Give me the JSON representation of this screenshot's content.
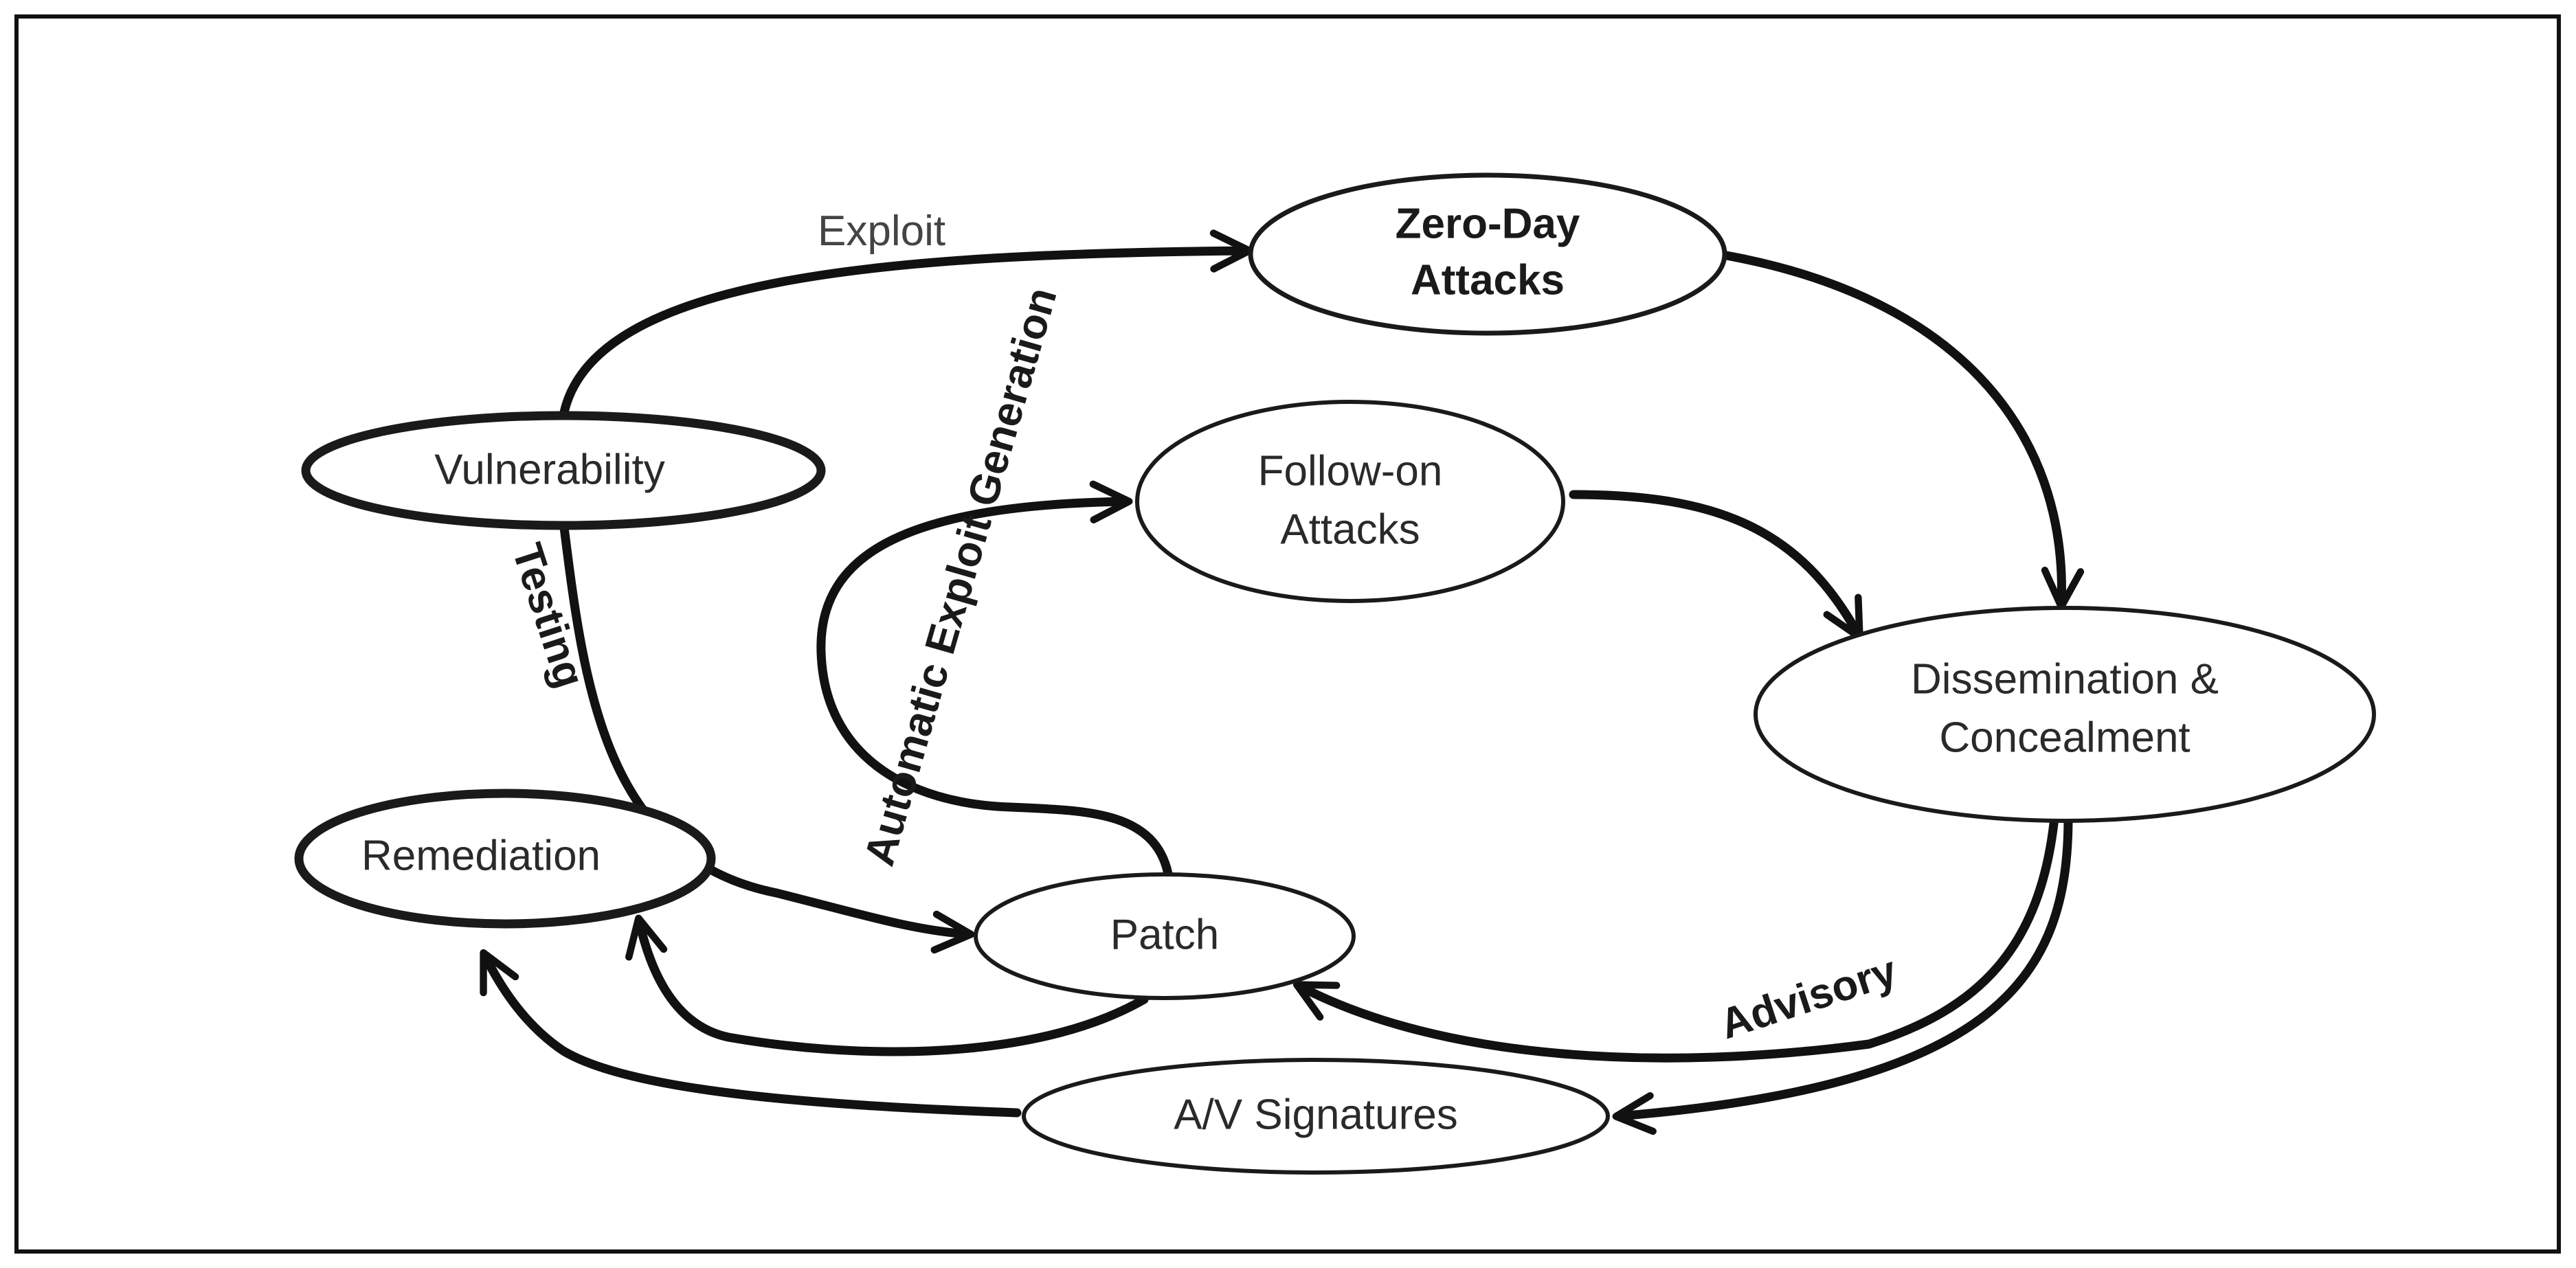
{
  "nodes": {
    "zero_day": {
      "line1": "Zero-Day",
      "line2": "Attacks"
    },
    "vulnerability": {
      "label": "Vulnerability"
    },
    "follow_on": {
      "line1": "Follow-on",
      "line2": "Attacks"
    },
    "dissemination": {
      "line1": "Dissemination &",
      "line2": "Concealment"
    },
    "remediation": {
      "label": "Remediation"
    },
    "patch": {
      "label": "Patch"
    },
    "av_signatures": {
      "label": "A/V Signatures"
    }
  },
  "edge_labels": {
    "exploit": "Exploit",
    "testing": "Testing",
    "automatic_exploit_generation": "Automatic Exploit Generation",
    "advisory": "Advisory"
  }
}
